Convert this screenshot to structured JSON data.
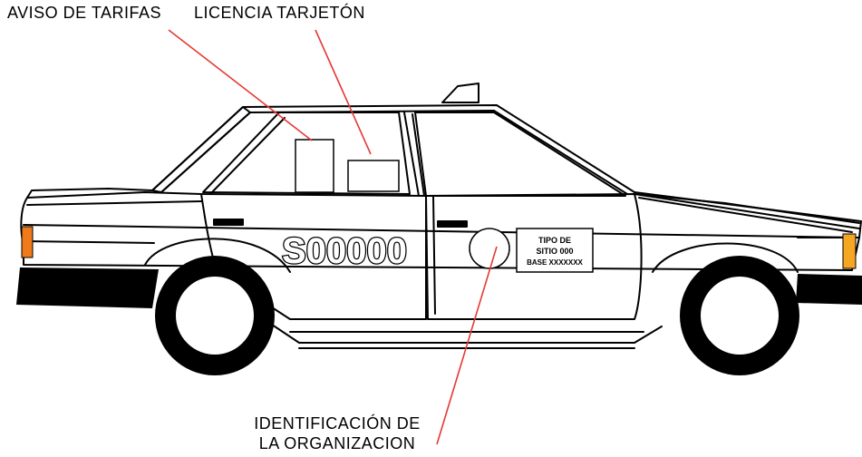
{
  "labels": {
    "aviso": "AVISO DE TARIFAS",
    "licencia": "LICENCIA TARJETÓN",
    "identificacion_line1": "IDENTIFICACIÓN DE",
    "identificacion_line2": "LA ORGANIZACION"
  },
  "car": {
    "plate_number": "S00000",
    "door_sign_line1": "TIPO DE",
    "door_sign_line2": "SITIO 000",
    "door_sign_line3": "BASE XXXXXXX"
  },
  "colors": {
    "leader_line": "#e53935",
    "tail_light": "#f07a1a",
    "head_light": "#f5a623",
    "outline": "#000000"
  }
}
